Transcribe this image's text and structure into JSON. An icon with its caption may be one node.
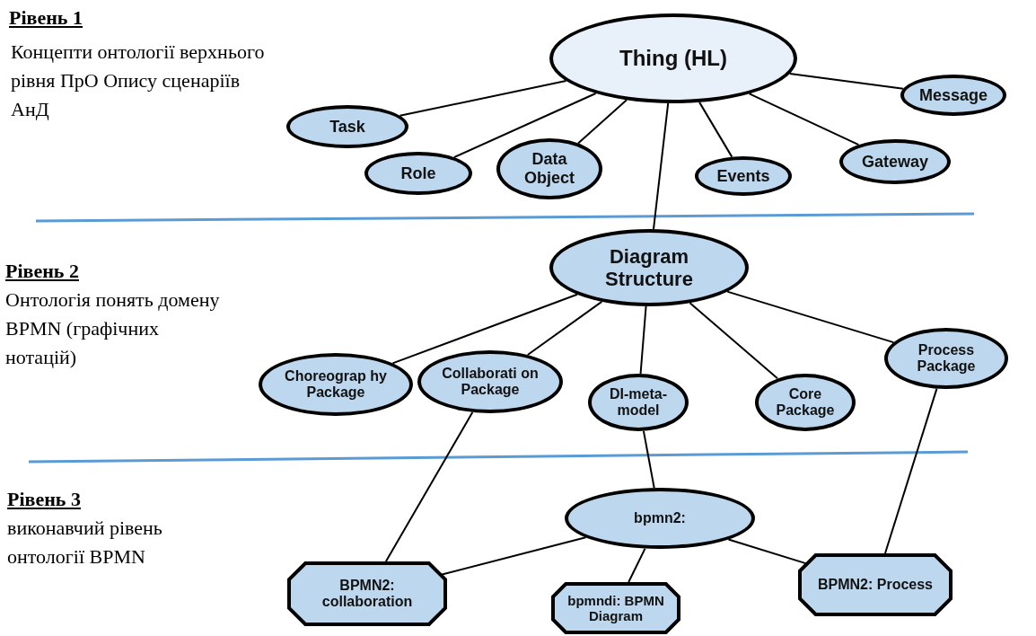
{
  "diagram": {
    "nodes": [
      {
        "text": [
          "Thing (HL)"
        ]
      },
      {
        "text": [
          "Message"
        ]
      },
      {
        "text": [
          "Task"
        ]
      },
      {
        "text": [
          "Role"
        ]
      },
      {
        "text": [
          "Data Object"
        ]
      },
      {
        "text": [
          "Events"
        ]
      },
      {
        "text": [
          "Gateway"
        ]
      },
      {
        "text": [
          "Diagram Structure"
        ]
      },
      {
        "text": [
          "Choreograp hy Package"
        ]
      },
      {
        "text": [
          "Collaborati on Package"
        ]
      },
      {
        "text": [
          "DI-meta-model"
        ]
      },
      {
        "text": [
          "Core Package"
        ]
      },
      {
        "text": [
          "Process Package"
        ]
      },
      {
        "text": [
          "bpmn2:"
        ]
      },
      {
        "text": [
          "BPMN2: collaboration"
        ]
      },
      {
        "text": [
          "bpmndi: BPMN Diagram"
        ]
      },
      {
        "text": [
          "BPMN2: Process"
        ]
      }
    ],
    "edges": [
      {
        "from": 0,
        "to": 2,
        "arrow": "none"
      },
      {
        "from": 0,
        "to": 3,
        "arrow": "none"
      },
      {
        "from": 0,
        "to": 4,
        "arrow": "none"
      },
      {
        "from": 0,
        "to": 5,
        "arrow": "none"
      },
      {
        "from": 0,
        "to": 6,
        "arrow": "none"
      },
      {
        "from": 0,
        "to": 1,
        "arrow": "none"
      },
      {
        "from": 0,
        "to": 7,
        "arrow": "none"
      },
      {
        "from": 7,
        "to": 8,
        "arrow": "none"
      },
      {
        "from": 7,
        "to": 9,
        "arrow": "none"
      },
      {
        "from": 7,
        "to": 10,
        "arrow": "none"
      },
      {
        "from": 7,
        "to": 11,
        "arrow": "none"
      },
      {
        "from": 7,
        "to": 12,
        "arrow": "none"
      },
      {
        "from": 9,
        "to": 14,
        "arrow": "none"
      },
      {
        "from": 10,
        "to": 13,
        "arrow": "none"
      },
      {
        "from": 12,
        "to": 16,
        "arrow": "none"
      },
      {
        "from": 13,
        "to": 14,
        "arrow": "none"
      },
      {
        "from": 13,
        "to": 15,
        "arrow": "none"
      },
      {
        "from": 13,
        "to": 16,
        "arrow": "none"
      }
    ],
    "labels": [
      "Рівень 1",
      "Концепти онтології верхнього рівня ПрО Опису сценаріїв АнД",
      "Рівень 2",
      "Онтологія понять домену BPMN (графічних нотацій)",
      "Рівень 3",
      "виконавчий рівень онтології BPMN"
    ]
  }
}
